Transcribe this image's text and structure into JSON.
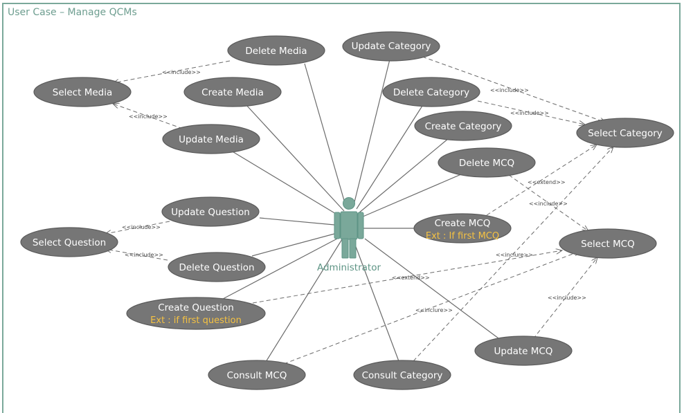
{
  "title": "User Case – Manage QCMs",
  "actor": {
    "name": "Administrator"
  },
  "use_cases": {
    "delete_media": {
      "label": "Delete Media"
    },
    "update_category": {
      "label": "Update Category"
    },
    "select_media": {
      "label": "Select Media"
    },
    "create_media": {
      "label": "Create Media"
    },
    "delete_category": {
      "label": "Delete Category"
    },
    "create_category": {
      "label": "Create Category"
    },
    "select_category": {
      "label": "Select Category"
    },
    "update_media": {
      "label": "Update Media"
    },
    "delete_mcq": {
      "label": "Delete MCQ"
    },
    "update_question": {
      "label": "Update Question"
    },
    "select_question": {
      "label": "Select Question"
    },
    "create_mcq": {
      "label": "Create MCQ",
      "extension": "Ext : If first MCQ"
    },
    "select_mcq": {
      "label": "Select MCQ"
    },
    "delete_question": {
      "label": "Delete Question"
    },
    "create_question": {
      "label": "Create Question",
      "extension": "Ext : if first question"
    },
    "update_mcq": {
      "label": "Update MCQ"
    },
    "consult_mcq": {
      "label": "Consult MCQ"
    },
    "consult_category": {
      "label": "Consult Category"
    }
  },
  "relations": {
    "r1": "<<include>>",
    "r2": "<<include>>",
    "r3": "<<include>>",
    "r4": "<<include>>",
    "r5": "<<extend>>",
    "r6": "<<include>>",
    "r7": "<<include>>",
    "r8": "<<include>>",
    "r9": "<<inclure>>",
    "r10": "<<extend>>",
    "r11": "<<inclure>>",
    "r12": "<<include>>"
  },
  "colors": {
    "use_case_fill": "#767676",
    "use_case_stroke": "#5a5a5a",
    "actor": "#7aa89a",
    "line": "#6b6b6b",
    "extension_text": "#f5c242",
    "frame": "#7aa89a"
  }
}
